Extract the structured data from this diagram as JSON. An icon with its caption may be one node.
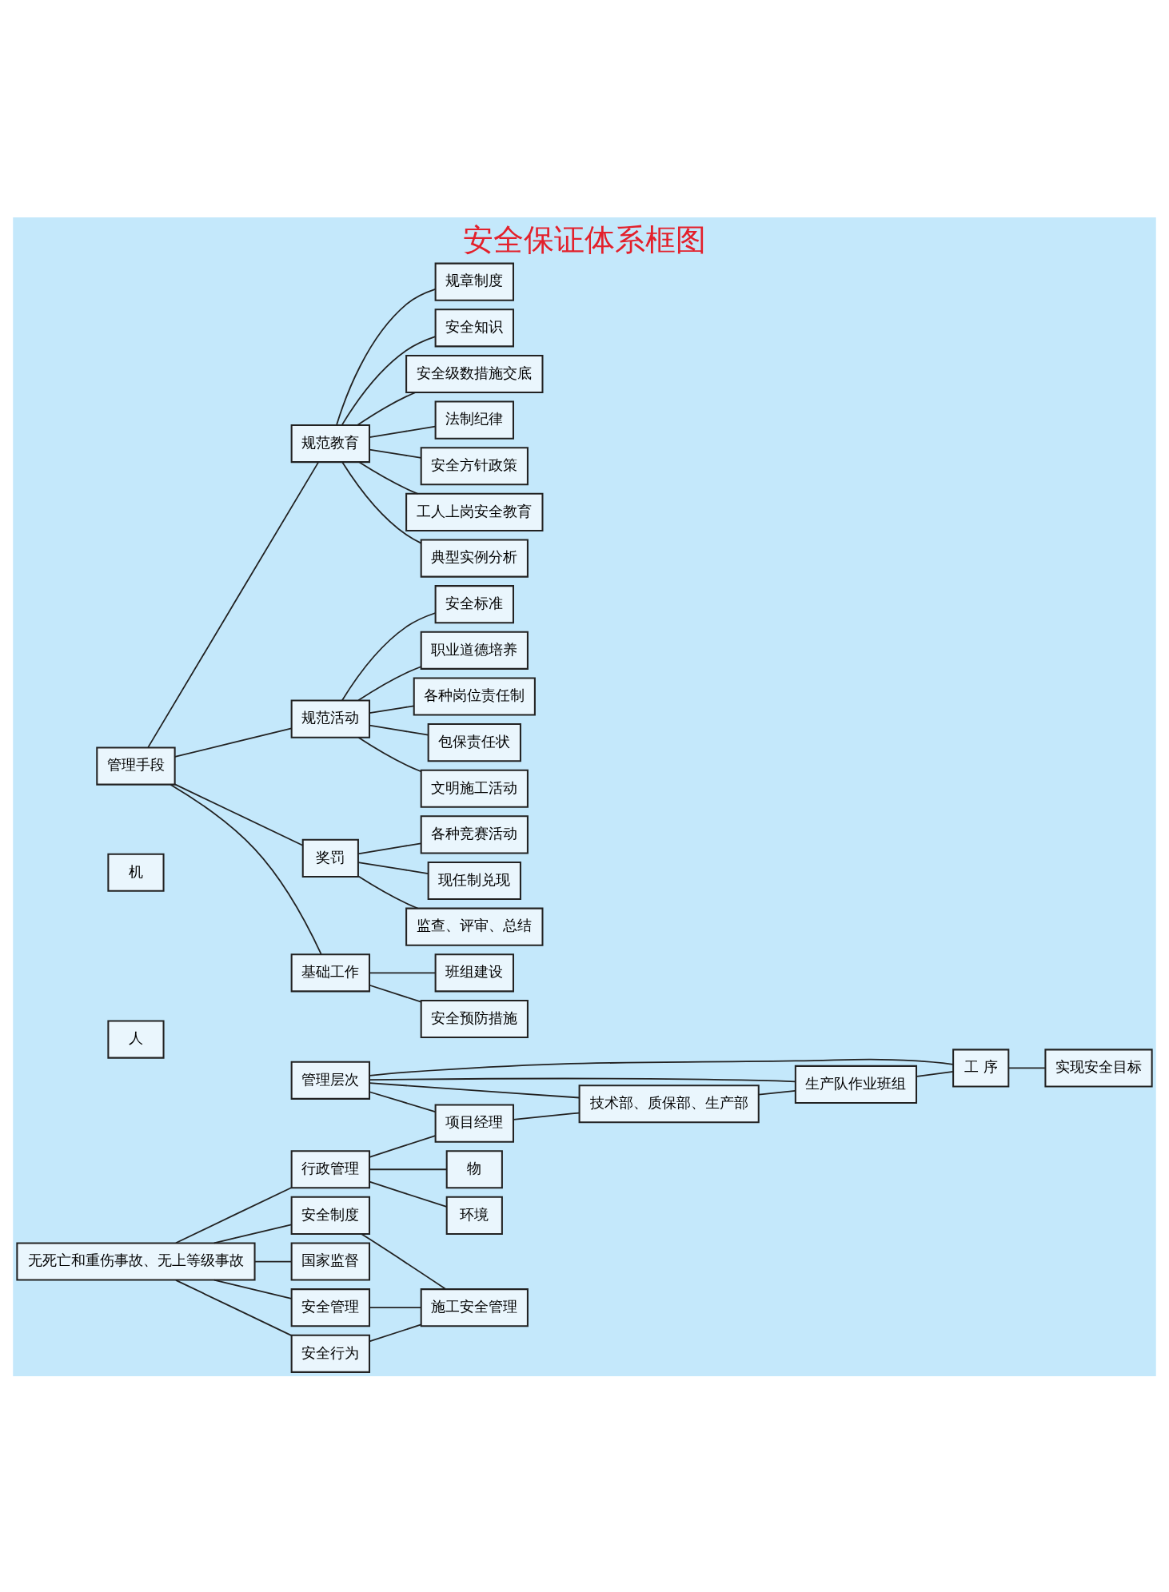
{
  "diagram": {
    "title": "安全保证体系框图",
    "nodes": [
      {
        "text": [
          "无死亡和重伤事故、无上等级事故"
        ]
      },
      {
        "text": [
          "行政管理"
        ]
      },
      {
        "text": [
          "国家监督"
        ]
      },
      {
        "text": [
          "安全管理"
        ]
      },
      {
        "text": [
          "安全行为"
        ]
      },
      {
        "text": [
          "安全制度"
        ]
      },
      {
        "text": [
          "施工安全管理"
        ]
      },
      {
        "text": [
          "环境"
        ]
      },
      {
        "text": [
          "人"
        ]
      },
      {
        "text": [
          "机"
        ]
      },
      {
        "text": [
          "物"
        ]
      },
      {
        "text": [
          "管理层次"
        ]
      },
      {
        "text": [
          "项目经理"
        ]
      },
      {
        "text": [
          "技术部、质保部、生产部"
        ]
      },
      {
        "text": [
          "生产队作业班组"
        ]
      },
      {
        "text": [
          "工 序"
        ]
      },
      {
        "text": [
          "实现安全目标"
        ]
      },
      {
        "text": [
          "管理手段"
        ]
      },
      {
        "text": [
          "规范教育"
        ]
      },
      {
        "text": [
          "规章制度"
        ]
      },
      {
        "text": [
          "安全知识"
        ]
      },
      {
        "text": [
          "安全级数措施交底"
        ]
      },
      {
        "text": [
          "法制纪律"
        ]
      },
      {
        "text": [
          "安全方针政策"
        ]
      },
      {
        "text": [
          "工人上岗安全教育"
        ]
      },
      {
        "text": [
          "典型实例分析"
        ]
      },
      {
        "text": [
          "规范活动"
        ]
      },
      {
        "text": [
          "安全标准"
        ]
      },
      {
        "text": [
          "职业道德培养"
        ]
      },
      {
        "text": [
          "各种岗位责任制"
        ]
      },
      {
        "text": [
          "包保责任状"
        ]
      },
      {
        "text": [
          "文明施工活动"
        ]
      },
      {
        "text": [
          "奖罚"
        ]
      },
      {
        "text": [
          "各种竞赛活动"
        ]
      },
      {
        "text": [
          "现任制兑现"
        ]
      },
      {
        "text": [
          "监查、评审、总结"
        ]
      },
      {
        "text": [
          "基础工作"
        ]
      },
      {
        "text": [
          "班组建设"
        ]
      },
      {
        "text": [
          "安全预防措施"
        ]
      }
    ],
    "edges": [
      {
        "from": 0,
        "to": 1,
        "arrow": "none"
      },
      {
        "from": 0,
        "to": 2,
        "arrow": "none"
      },
      {
        "from": 0,
        "to": 3,
        "arrow": "none"
      },
      {
        "from": 0,
        "to": 4,
        "arrow": "none"
      },
      {
        "from": 0,
        "to": 5,
        "arrow": "none"
      },
      {
        "from": 3,
        "to": 6,
        "arrow": "none"
      },
      {
        "from": 4,
        "to": 6,
        "arrow": "none"
      },
      {
        "from": 5,
        "to": 6,
        "arrow": "none"
      },
      {
        "from": 1,
        "to": 12,
        "arrow": "none"
      },
      {
        "from": 1,
        "to": 7,
        "arrow": "none"
      },
      {
        "from": 1,
        "to": 10,
        "arrow": "none"
      },
      {
        "from": 11,
        "to": 12,
        "arrow": "none"
      },
      {
        "from": 11,
        "to": 13,
        "arrow": "none"
      },
      {
        "from": 11,
        "to": 14,
        "arrow": "none"
      },
      {
        "from": 11,
        "to": 15,
        "arrow": "none"
      },
      {
        "from": 12,
        "to": 13,
        "arrow": "none"
      },
      {
        "from": 13,
        "to": 14,
        "arrow": "none"
      },
      {
        "from": 14,
        "to": 15,
        "arrow": "none"
      },
      {
        "from": 15,
        "to": 16,
        "arrow": "none"
      },
      {
        "from": 17,
        "to": 18,
        "arrow": "none"
      },
      {
        "from": 17,
        "to": 26,
        "arrow": "none"
      },
      {
        "from": 17,
        "to": 32,
        "arrow": "none"
      },
      {
        "from": 17,
        "to": 36,
        "arrow": "none"
      },
      {
        "from": 18,
        "to": 19,
        "arrow": "none"
      },
      {
        "from": 18,
        "to": 20,
        "arrow": "none"
      },
      {
        "from": 18,
        "to": 21,
        "arrow": "none"
      },
      {
        "from": 18,
        "to": 22,
        "arrow": "none"
      },
      {
        "from": 18,
        "to": 23,
        "arrow": "none"
      },
      {
        "from": 18,
        "to": 24,
        "arrow": "none"
      },
      {
        "from": 18,
        "to": 25,
        "arrow": "none"
      },
      {
        "from": 26,
        "to": 27,
        "arrow": "none"
      },
      {
        "from": 26,
        "to": 28,
        "arrow": "none"
      },
      {
        "from": 26,
        "to": 29,
        "arrow": "none"
      },
      {
        "from": 26,
        "to": 30,
        "arrow": "none"
      },
      {
        "from": 26,
        "to": 31,
        "arrow": "none"
      },
      {
        "from": 32,
        "to": 33,
        "arrow": "none"
      },
      {
        "from": 32,
        "to": 34,
        "arrow": "none"
      },
      {
        "from": 32,
        "to": 35,
        "arrow": "none"
      },
      {
        "from": 36,
        "to": 37,
        "arrow": "none"
      },
      {
        "from": 36,
        "to": 38,
        "arrow": "none"
      }
    ]
  }
}
